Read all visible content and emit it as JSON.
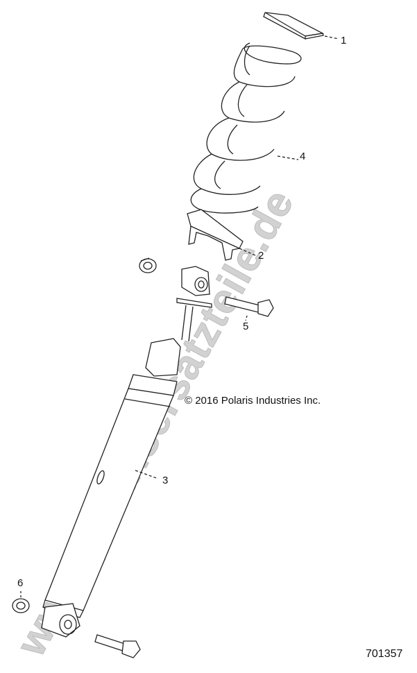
{
  "diagram": {
    "watermark": "www.polarisersatzteile.de",
    "copyright": "© 2016 Polaris Industries Inc.",
    "figure_number": "701357",
    "callouts": [
      "1",
      "2",
      "3",
      "4",
      "5",
      "6"
    ],
    "parts": [
      "spring-retainer",
      "spring-seat",
      "shock-absorber",
      "coil-spring",
      "bolt",
      "bushing"
    ]
  }
}
